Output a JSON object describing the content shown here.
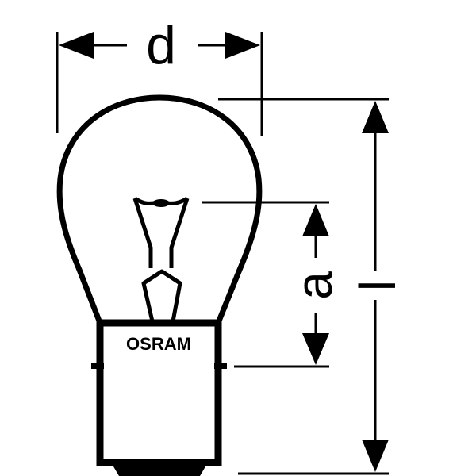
{
  "diagram": {
    "labels": {
      "diameter": "d",
      "light_center_length": "a",
      "overall_length": "l"
    },
    "brand": "OSRAM",
    "colors": {
      "line": "#000000",
      "background": "#ffffff"
    }
  }
}
